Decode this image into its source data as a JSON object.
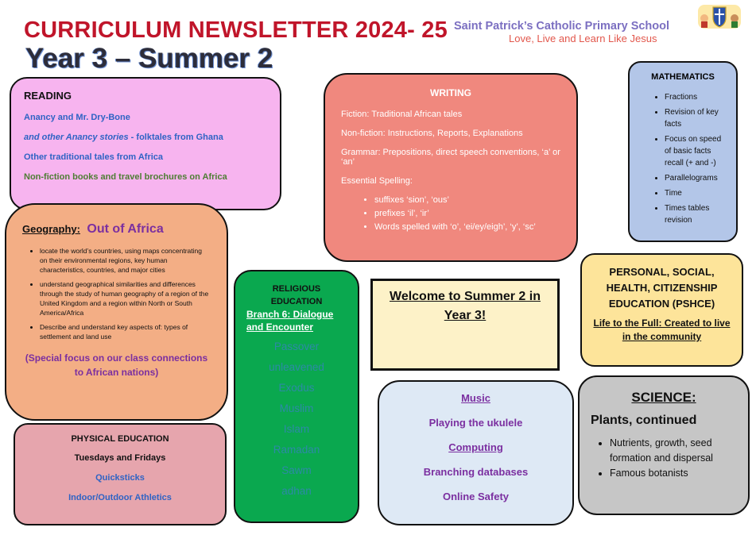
{
  "header": {
    "title": "CURRICULUM NEWSLETTER 2024- 25",
    "subtitle": "Year 3 – Summer 2",
    "school_name": "Saint Patrick’s Catholic Primary School",
    "motto": "Love, Live and Learn Like Jesus"
  },
  "reading": {
    "heading": "READING",
    "line1": "Anancy and Mr. Dry-Bone",
    "line2_italic": "and other Anancy stories",
    "line2_rest": " - folktales from Ghana",
    "line3": "Other traditional tales from Africa",
    "line4": "Non-fiction books and travel brochures on Africa",
    "colors": {
      "blue": "#2f63c4",
      "green": "#4e7d34"
    }
  },
  "writing": {
    "heading": "WRITING",
    "fiction": "Fiction: Traditional African tales",
    "nonfiction": "Non-fiction: Instructions, Reports, Explanations",
    "grammar": "Grammar: Prepositions, direct speech conventions, ‘a’ or ‘an’",
    "spelling_heading": "Essential Spelling:",
    "spelling_items": [
      "suffixes ‘sion’, ‘ous’",
      "prefixes ‘il’, ‘ir’",
      "Words spelled with ‘o’, ‘ei/ey/eigh’, ‘y’, ‘sc’"
    ]
  },
  "maths": {
    "heading": "MATHEMATICS",
    "items": [
      "Fractions",
      "Revision of key facts",
      "Focus on speed of basic facts recall (+ and -)",
      "Parallelograms",
      "Time",
      "Times tables revision"
    ]
  },
  "geography": {
    "heading": "Geography:",
    "topic": "Out of Africa",
    "items": [
      "locate the world’s countries, using maps concentrating on their environmental regions, key human characteristics, countries, and major cities",
      "understand geographical similarities and differences through the study of human geography of a region of the United Kingdom and a region within North or South America/Africa",
      "Describe and understand key aspects of: types of settlement and land use"
    ],
    "note": "(Special focus on our class connections to African nations)"
  },
  "re": {
    "heading": "RELIGIOUS EDUCATION",
    "branch": "Branch 6: Dialogue and Encounter",
    "words": [
      "Passover",
      "unleavened",
      "Exodus",
      "Muslim",
      "Islam",
      "Ramadan",
      "Sawm",
      "adhan"
    ]
  },
  "welcome": {
    "text": "Welcome to Summer 2 in Year 3!"
  },
  "pshce": {
    "heading": "PERSONAL, SOCIAL, HEALTH, CITIZENSHIP EDUCATION (PSHCE)",
    "subtitle": "Life to the Full: Created to live in the community"
  },
  "pe": {
    "heading": "PHYSICAL EDUCATION",
    "days": "Tuesdays and Fridays",
    "item1": "Quicksticks",
    "item2": "Indoor/Outdoor Athletics"
  },
  "music_computing": {
    "music_heading": "Music",
    "music_topic": "Playing the ukulele",
    "computing_heading": "Computing",
    "computing_topic1": "Branching databases",
    "computing_topic2": "Online Safety"
  },
  "science": {
    "heading": "SCIENCE:",
    "subtitle": "Plants, continued",
    "items": [
      "Nutrients, growth, seed formation and dispersal",
      "Famous botanists"
    ]
  }
}
